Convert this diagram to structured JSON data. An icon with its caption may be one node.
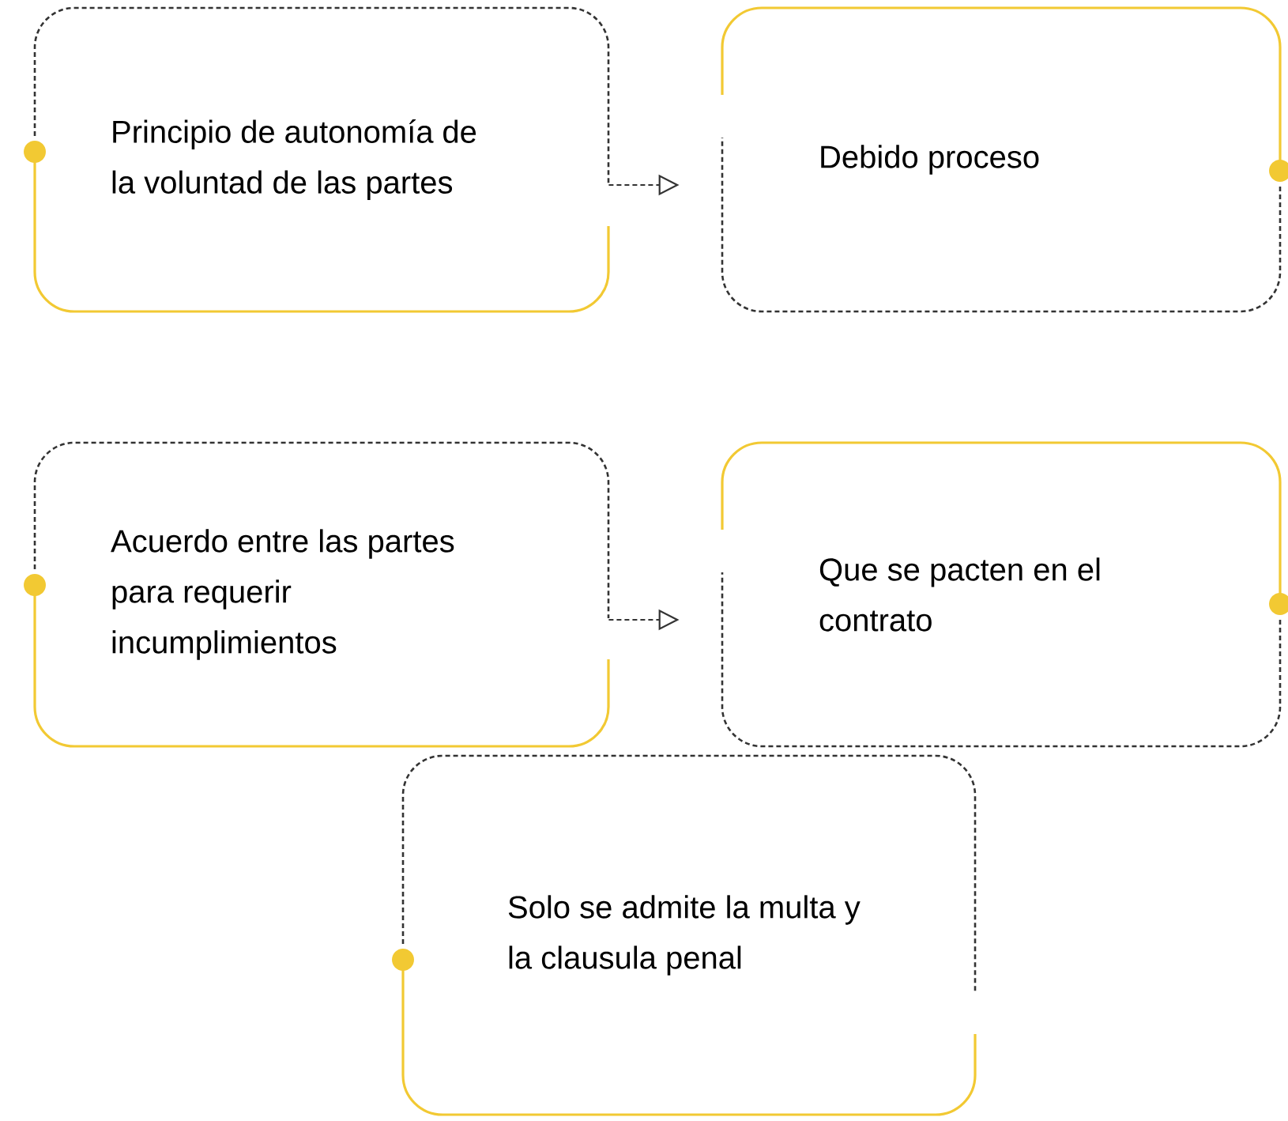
{
  "diagram": {
    "nodes": [
      {
        "text": [
          "Principio de autonomía de la voluntad de las partes"
        ]
      },
      {
        "text": [
          "Debido proceso"
        ]
      },
      {
        "text": [
          "Acuerdo  entre las partes para requerir incumplimientos"
        ]
      },
      {
        "text": [
          "Que se pacten en el contrato"
        ]
      },
      {
        "text": [
          "Solo  se admite la multa y la  clausula penal"
        ]
      }
    ],
    "edges": [
      {
        "from": 0,
        "to": 1,
        "arrow": "to",
        "style": "dashed"
      },
      {
        "from": 2,
        "to": 3,
        "arrow": "to",
        "style": "dashed"
      }
    ]
  }
}
